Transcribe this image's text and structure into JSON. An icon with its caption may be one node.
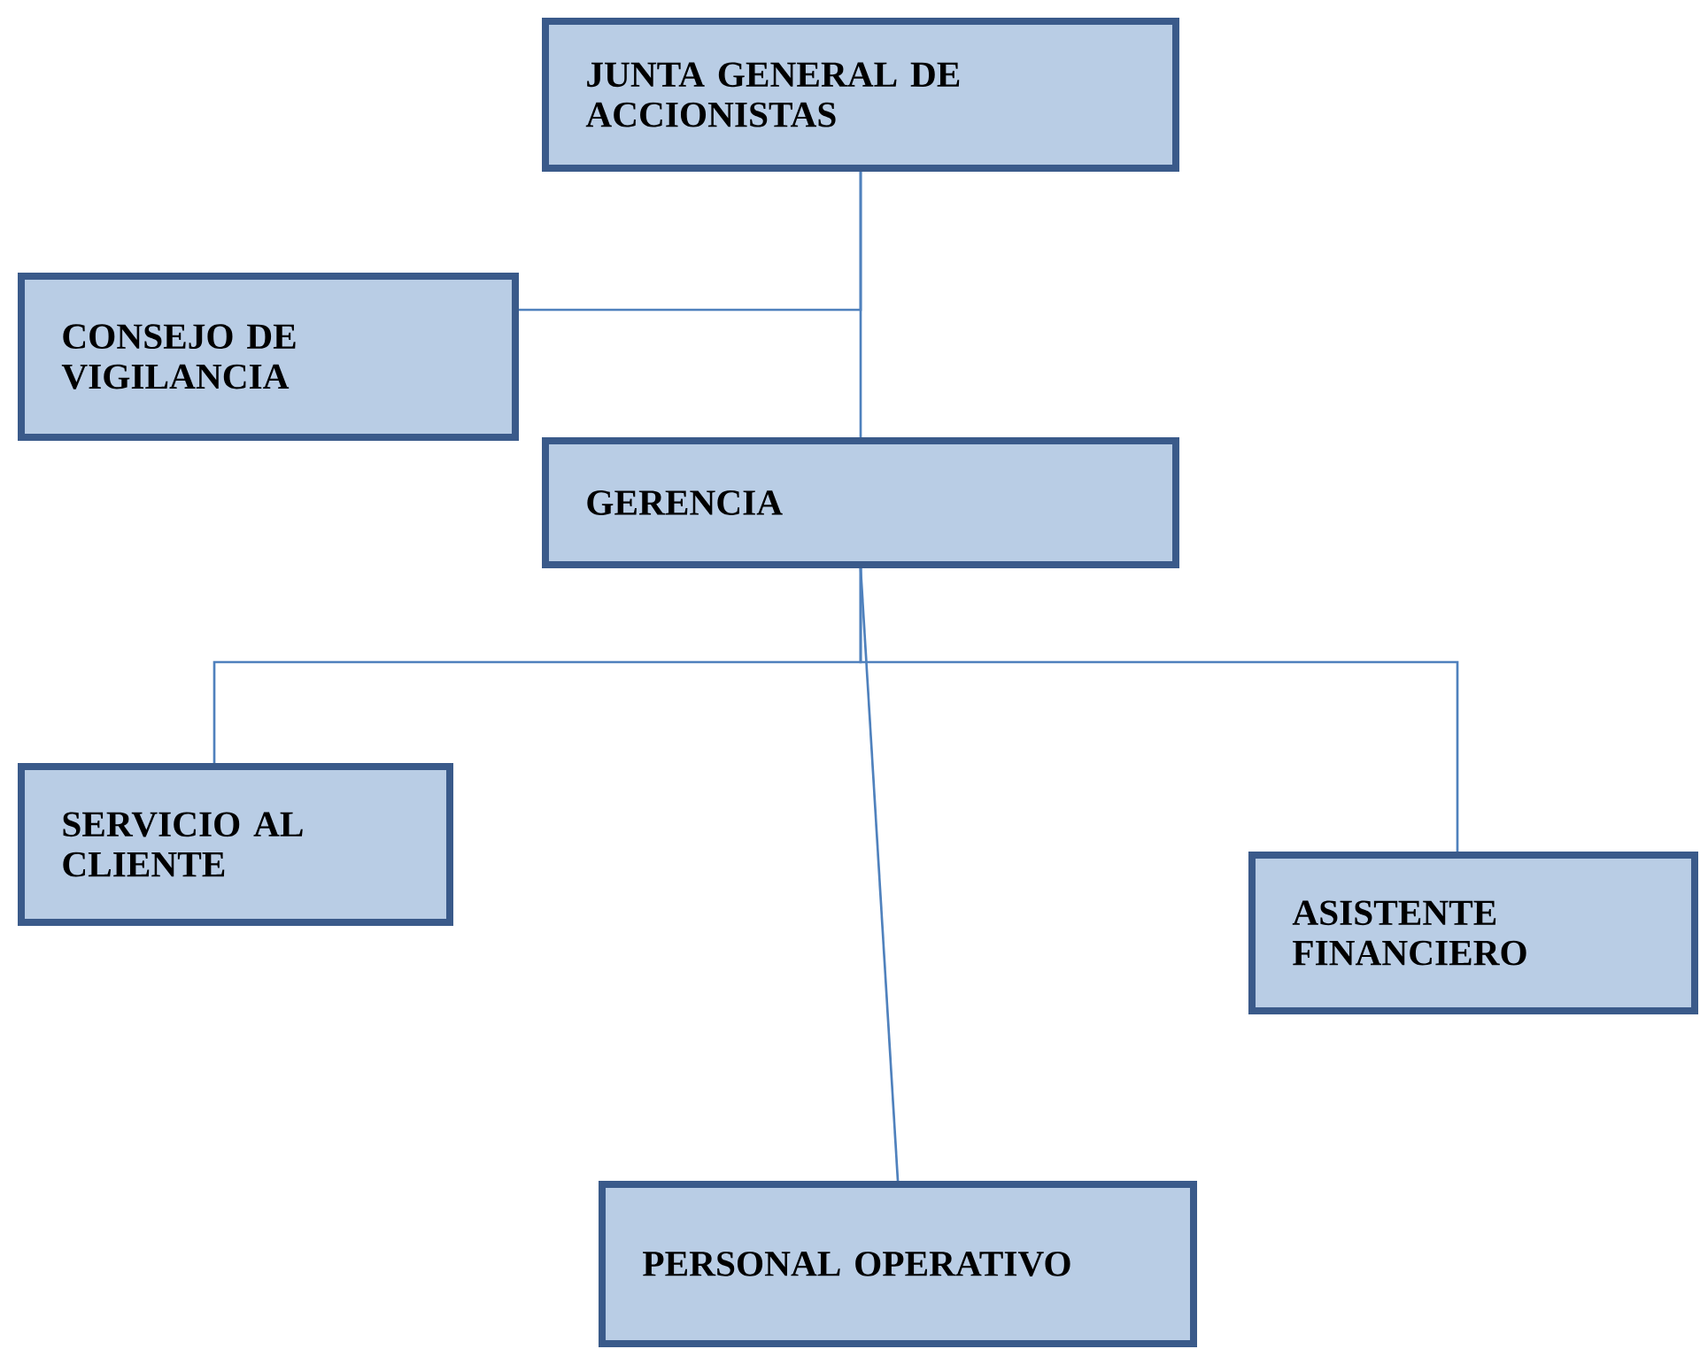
{
  "diagram": {
    "nodes": [
      {
        "text": [
          "JUNTA GENERAL DE ACCIONISTAS"
        ]
      },
      {
        "text": [
          "CONSEJO DE VIGILANCIA"
        ]
      },
      {
        "text": [
          "GERENCIA"
        ]
      },
      {
        "text": [
          "SERVICIO AL CLIENTE"
        ]
      },
      {
        "text": [
          "ASISTENTE FINANCIERO"
        ]
      },
      {
        "text": [
          "PERSONAL OPERATIVO"
        ]
      }
    ],
    "edges": [
      {
        "from": 0,
        "to": 1,
        "arrow": "none"
      },
      {
        "from": 0,
        "to": 2,
        "arrow": "none"
      },
      {
        "from": 2,
        "to": 3,
        "arrow": "none"
      },
      {
        "from": 2,
        "to": 4,
        "arrow": "none"
      },
      {
        "from": 2,
        "to": 5,
        "arrow": "none"
      }
    ]
  }
}
